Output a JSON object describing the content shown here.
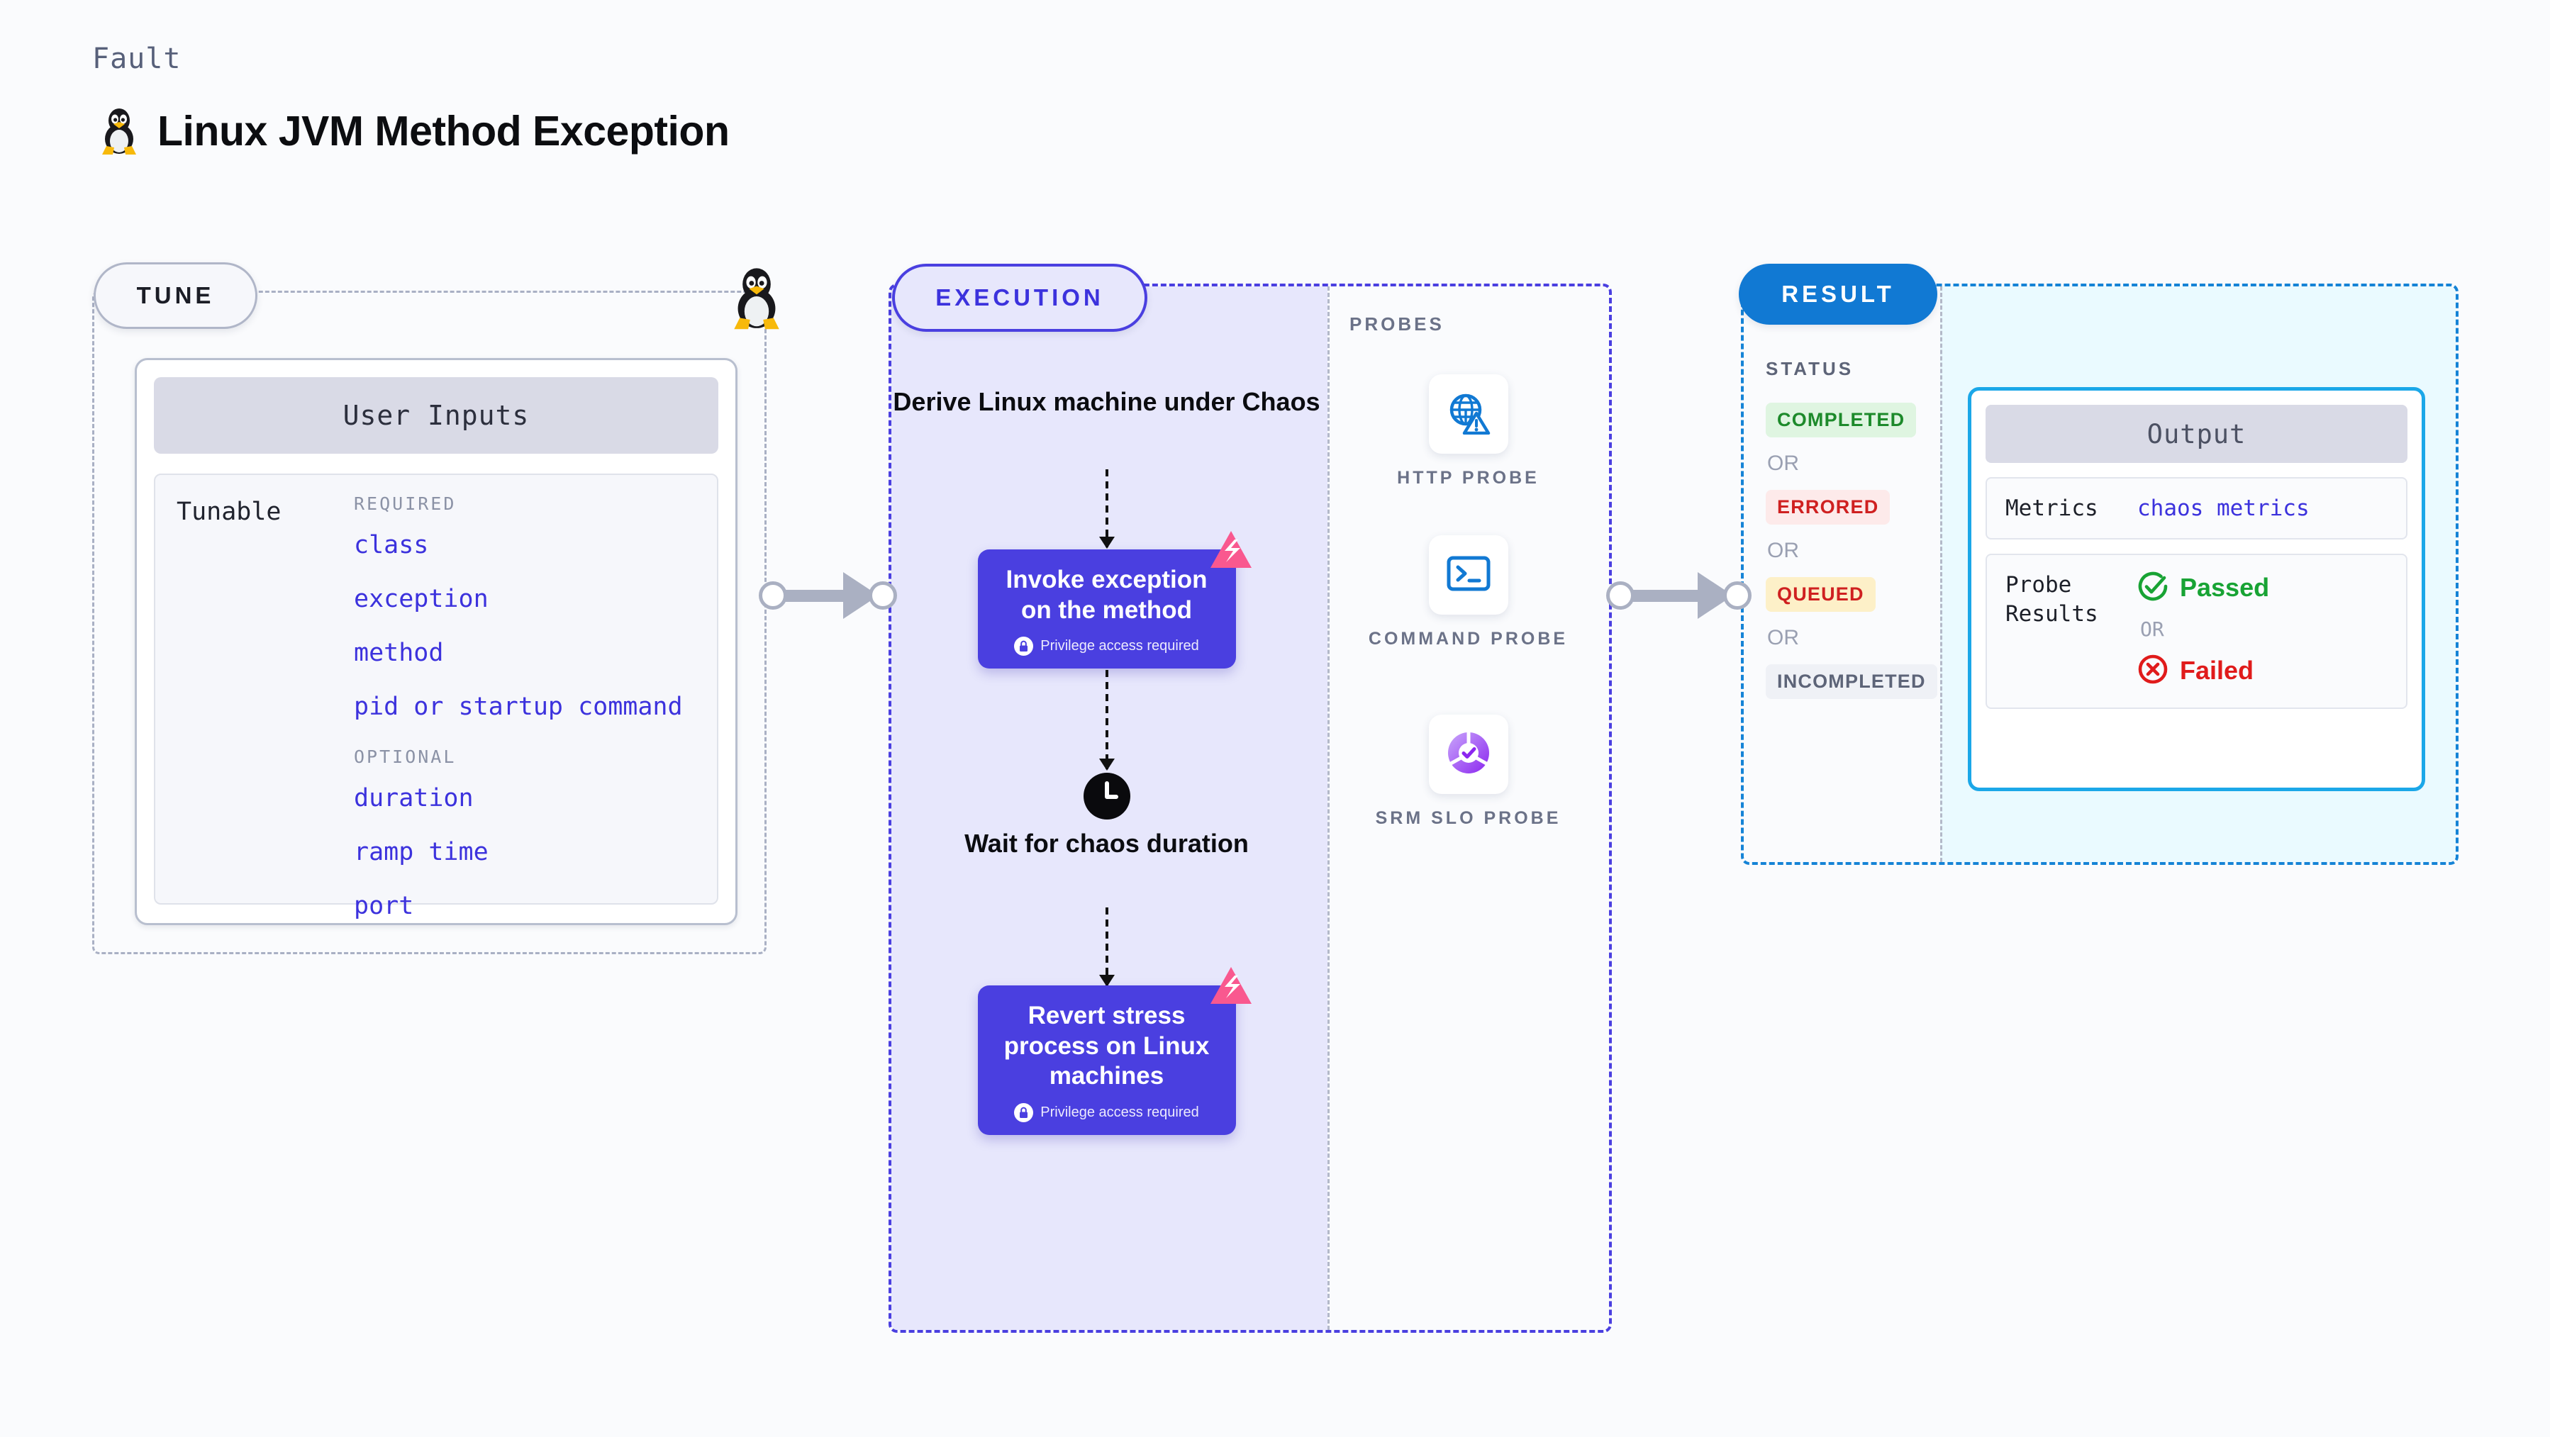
{
  "header": {
    "eyebrow": "Fault",
    "title": "Linux JVM Method Exception",
    "icon": "tux-penguin-icon"
  },
  "tune": {
    "pill_label": "TUNE",
    "card_title": "User Inputs",
    "tunable_label": "Tunable",
    "groups": [
      {
        "heading": "REQUIRED",
        "params": [
          "class",
          "exception",
          "method",
          "pid or startup command"
        ]
      },
      {
        "heading": "OPTIONAL",
        "params": [
          "duration",
          "ramp time",
          "port"
        ]
      }
    ]
  },
  "execution": {
    "pill_label": "EXECUTION",
    "steps": [
      {
        "type": "text",
        "label": "Derive Linux machine under Chaos"
      },
      {
        "type": "action",
        "label": "Invoke exception on the method",
        "privilege_note": "Privilege access required",
        "badge": "litmus-logo-icon"
      },
      {
        "type": "text",
        "label": "Wait for chaos duration",
        "icon": "clock-icon"
      },
      {
        "type": "action",
        "label": "Revert stress process on Linux machines",
        "privilege_note": "Privilege access required",
        "badge": "litmus-logo-icon"
      }
    ]
  },
  "probes": {
    "title": "PROBES",
    "items": [
      {
        "label": "HTTP PROBE",
        "icon": "globe-warning-icon"
      },
      {
        "label": "COMMAND PROBE",
        "icon": "terminal-icon"
      },
      {
        "label": "SRM SLO PROBE",
        "icon": "slo-donut-check-icon"
      }
    ]
  },
  "result": {
    "pill_label": "RESULT",
    "status_heading": "STATUS",
    "or_label": "OR",
    "statuses": [
      {
        "label": "COMPLETED",
        "bg": "#dff5e1",
        "color": "#1d8a2b"
      },
      {
        "label": "ERRORED",
        "bg": "#fdeaea",
        "color": "#cf2020"
      },
      {
        "label": "QUEUED",
        "bg": "#fdf0c8",
        "color": "#cf2020"
      },
      {
        "label": "INCOMPLETED",
        "bg": "#eff1f6",
        "color": "#5d6478"
      }
    ],
    "output": {
      "title": "Output",
      "metrics_key": "Metrics",
      "metrics_value": "chaos metrics",
      "probe_key": "Probe Results",
      "passed_label": "Passed",
      "failed_label": "Failed",
      "or_label": "OR"
    }
  },
  "colors": {
    "page_bg": "#fafbfd",
    "accent_purple": "#4a3fe0",
    "accent_blue": "#1179d3",
    "accent_cyan": "#1ba7e8",
    "litmus_pink": "#f9588f",
    "neutral_border": "#b0b6c8"
  }
}
